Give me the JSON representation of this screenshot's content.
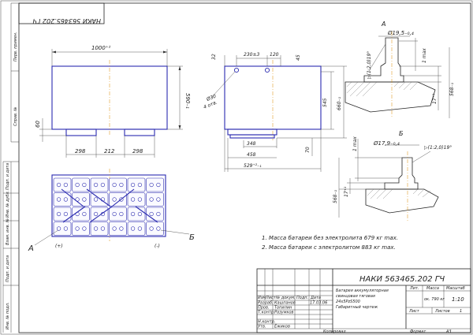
{
  "stamp_rotated": "НАКИ 563465.202 ГЧ",
  "left_strip": {
    "perv_primen": "Перв. примен.",
    "sprav_no": "Справ. №",
    "podp_data_1": "Подп. и дата",
    "inv_dubl": "Инв. № дубл.",
    "vzam_inv": "Взам. инв. №",
    "podp_data_2": "Подп. и дата",
    "inv_podl": "Инв. № подл."
  },
  "front_view": {
    "width_dim": "1000⁺²",
    "height_dim": "590₋₁",
    "foot_dim": "60",
    "bottom_dims": [
      "298",
      "212",
      "298"
    ]
  },
  "side_view": {
    "top_dims": [
      "32",
      "230±3",
      "120",
      "45"
    ],
    "hole_dim": "Ø30",
    "hole_note": "4 отв.",
    "right_dims": [
      "545",
      "660₋₁"
    ],
    "bottom_dims": [
      "348",
      "458",
      "529⁺²₋₁",
      "70"
    ]
  },
  "detail_a": {
    "label": "А",
    "dia": "Ø19,5₋₀,₄",
    "taper": "▷(1:2,0)19°",
    "max_label": "1 max",
    "height_1": "17⁺¹",
    "height_2": "568₋₁"
  },
  "detail_b": {
    "label": "Б",
    "dia": "Ø17,9₋₀,₄",
    "taper": "▷(1:2,0)19°",
    "max_label": "1 max",
    "height_1": "17⁺¹",
    "height_2": "568₋₁"
  },
  "top_view": {
    "label_a": "А",
    "label_b": "Б",
    "plus": "(+)",
    "minus": "(-)"
  },
  "notes": [
    "1. Масса батареи без электролита 679 кг max.",
    "2. Масса батареи с электролитом 883 кг max."
  ],
  "title_block": {
    "designation": "НАКИ 563465.202 ГЧ",
    "name_line1": "Батарея аккумуляторная",
    "name_line2": "свинцовая тяговая",
    "name_line3": "24х5PzS500",
    "name_line4": "Габаритный чертеж",
    "col_lit": "Лит.",
    "col_mass": "Масса",
    "col_scale": "Масштаб",
    "mass_value": "ок. 790 кг",
    "scale_value": "1:10",
    "sheet_label": "Лист",
    "sheets_label": "Листов",
    "sheets_value": "1",
    "head_izm": "Изм",
    "head_list": "Лист",
    "head_doc": "№ докум.",
    "head_podp": "Подп.",
    "head_data": "Дата",
    "row_razrab": "Разраб.",
    "name_razrab": "Кашпанов",
    "date_razrab": "17.03.06",
    "row_prov": "Пров.",
    "name_prov": "Топилин",
    "row_tkontr": "Т.контр.",
    "name_tkontr": "Разумков",
    "row_nkontr": "Н.контр.",
    "row_utv": "Утв.",
    "name_utv": "Ежиков",
    "copied": "Копировал",
    "format": "Формат",
    "format_value": "А3"
  }
}
